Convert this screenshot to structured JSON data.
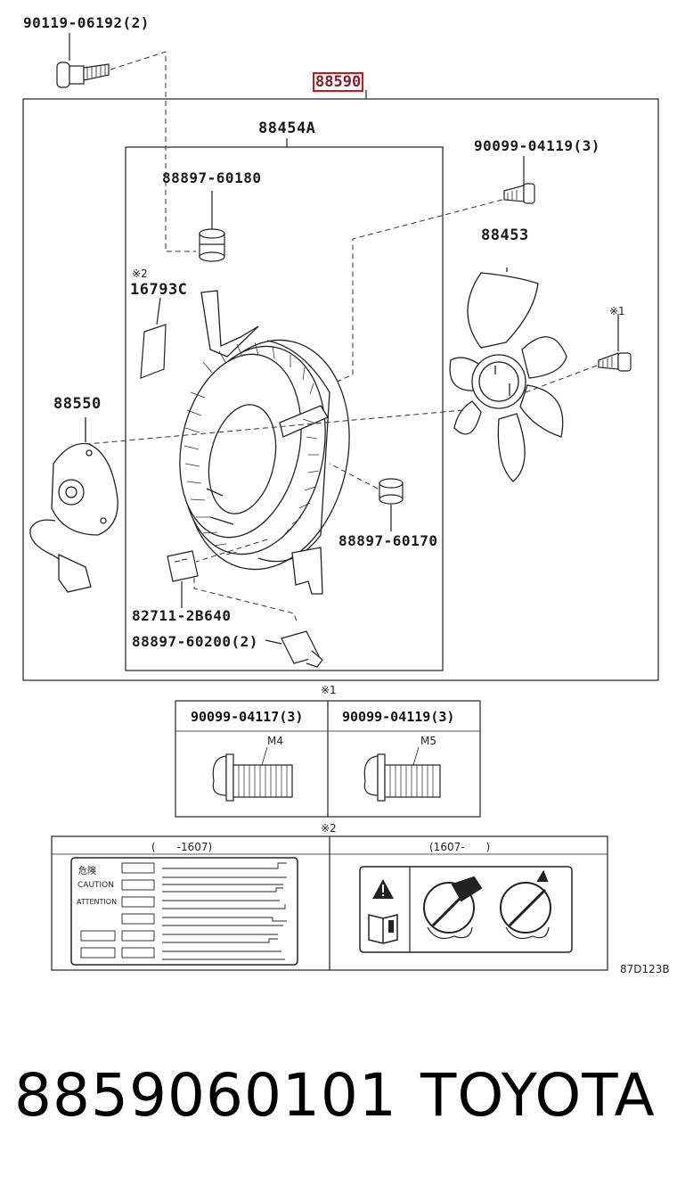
{
  "labels": {
    "bolt_top": "90119-06192(2)",
    "assembly": "88590",
    "shroud": "88454A",
    "screw_top": "90099-04119(3)",
    "grommet_top": "88897-60180",
    "fan": "88453",
    "note2_mark": "※2",
    "caution_label": "16793C",
    "note1_mark": "※1",
    "motor": "88550",
    "grommet_right": "88897-60170",
    "connector": "82711-2B640",
    "clip": "88897-60200(2)"
  },
  "table1": {
    "mark": "※1",
    "col1_part": "90099-04117(3)",
    "col1_size": "M4",
    "col2_part": "90099-04119(3)",
    "col2_size": "M5"
  },
  "table2": {
    "mark": "※2",
    "col1_header": "(　　-1607)",
    "col2_header": "(1607-　　)",
    "warning_words": [
      "危険",
      "CAUTION",
      "ATTENTION"
    ]
  },
  "diagram_code": "87D123B",
  "footer": {
    "part_number": "8859060101",
    "brand": "TOYOTA"
  }
}
